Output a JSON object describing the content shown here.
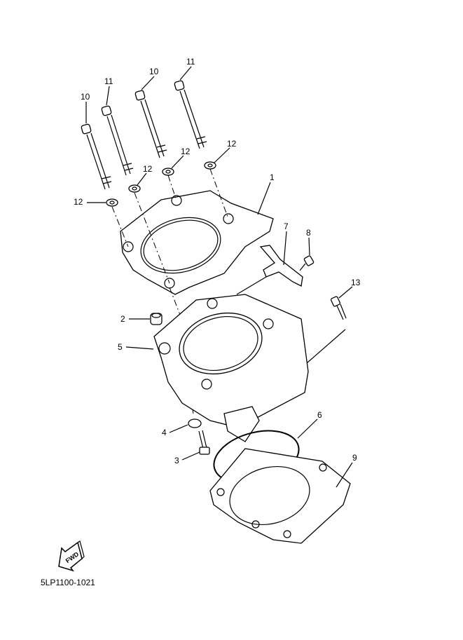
{
  "diagram": {
    "part_code": "5LP1100-1021",
    "fwd_label": "FWD",
    "callouts": {
      "bolt_10_left": "10",
      "bolt_11_left": "11",
      "bolt_10_right": "10",
      "bolt_11_right": "11",
      "washer_12_a": "12",
      "washer_12_b": "12",
      "washer_12_c": "12",
      "washer_12_d": "12",
      "head_gasket_1": "1",
      "bracket_7": "7",
      "screw_8": "8",
      "bolt_13": "13",
      "dowel_2": "2",
      "cylinder_5": "5",
      "o_ring_6": "6",
      "washer_4": "4",
      "bolt_3": "3",
      "base_gasket_9": "9"
    }
  }
}
